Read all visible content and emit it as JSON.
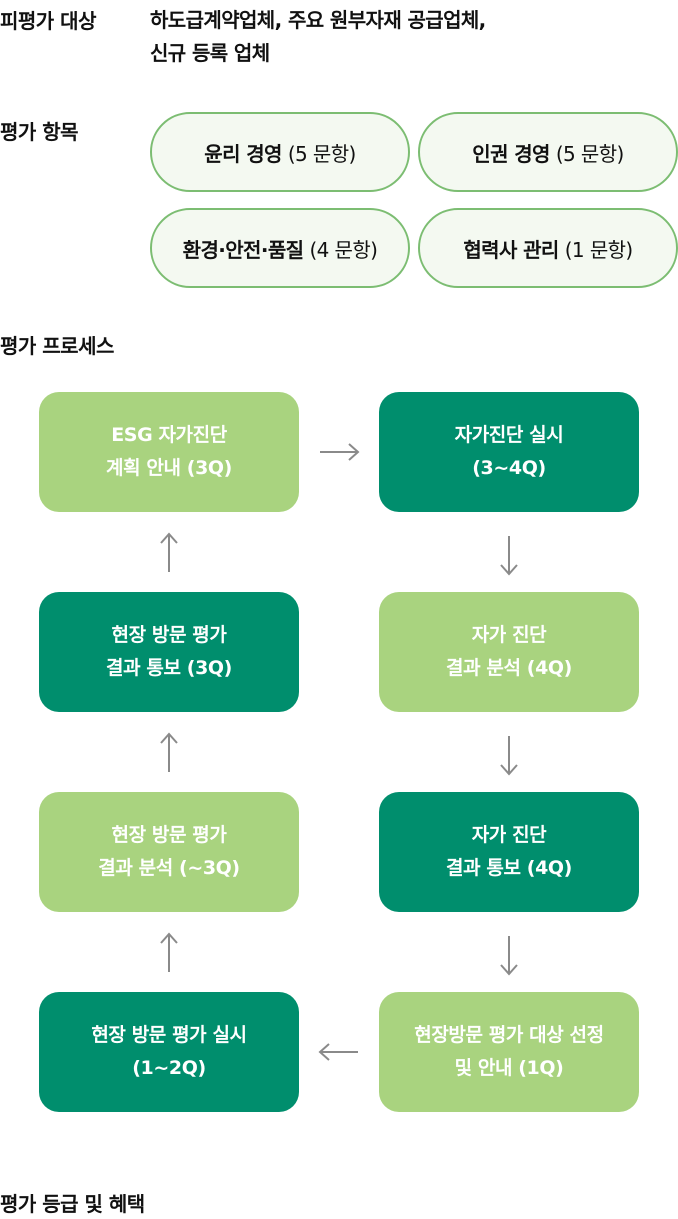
{
  "target": {
    "label": "피평가 대상",
    "line1": "하도급계약업체, 주요 원부자재 공급업체,",
    "line2": "신규 등록 업체"
  },
  "items": {
    "label": "평가 항목",
    "list": [
      {
        "name": "윤리 경영",
        "count": "(5 문항)"
      },
      {
        "name": "인권 경영",
        "count": "(5 문항)"
      },
      {
        "name": "환경·안전·품질",
        "count": "(4 문항)"
      },
      {
        "name": "협력사 관리",
        "count": "(1 문항)"
      }
    ]
  },
  "process": {
    "label": "평가 프로세스",
    "steps": [
      {
        "line1": "ESG 자가진단",
        "line2": "계획 안내 (3Q)",
        "style": "light"
      },
      {
        "line1": "자가진단 실시",
        "line2": "(3~4Q)",
        "style": "dark"
      },
      {
        "line1": "자가 진단",
        "line2": "결과 분석 (4Q)",
        "style": "light"
      },
      {
        "line1": "자가 진단",
        "line2": "결과 통보 (4Q)",
        "style": "dark"
      },
      {
        "line1": "현장방문 평가 대상 선정",
        "line2": "및 안내 (1Q)",
        "style": "light"
      },
      {
        "line1": "현장 방문 평가 실시",
        "line2": "(1~2Q)",
        "style": "dark"
      },
      {
        "line1": "현장 방문 평가",
        "line2": "결과 분석 (~3Q)",
        "style": "light"
      },
      {
        "line1": "현장 방문 평가",
        "line2": "결과 통보 (3Q)",
        "style": "dark"
      }
    ]
  },
  "grade": {
    "label": "평가 등급 및 혜택"
  },
  "colors": {
    "light_box": "#a9d37f",
    "dark_box": "#008e6d",
    "pill_border": "#7cbd72",
    "pill_bg": "#f4f9f1",
    "arrow": "#8a8a8a"
  }
}
